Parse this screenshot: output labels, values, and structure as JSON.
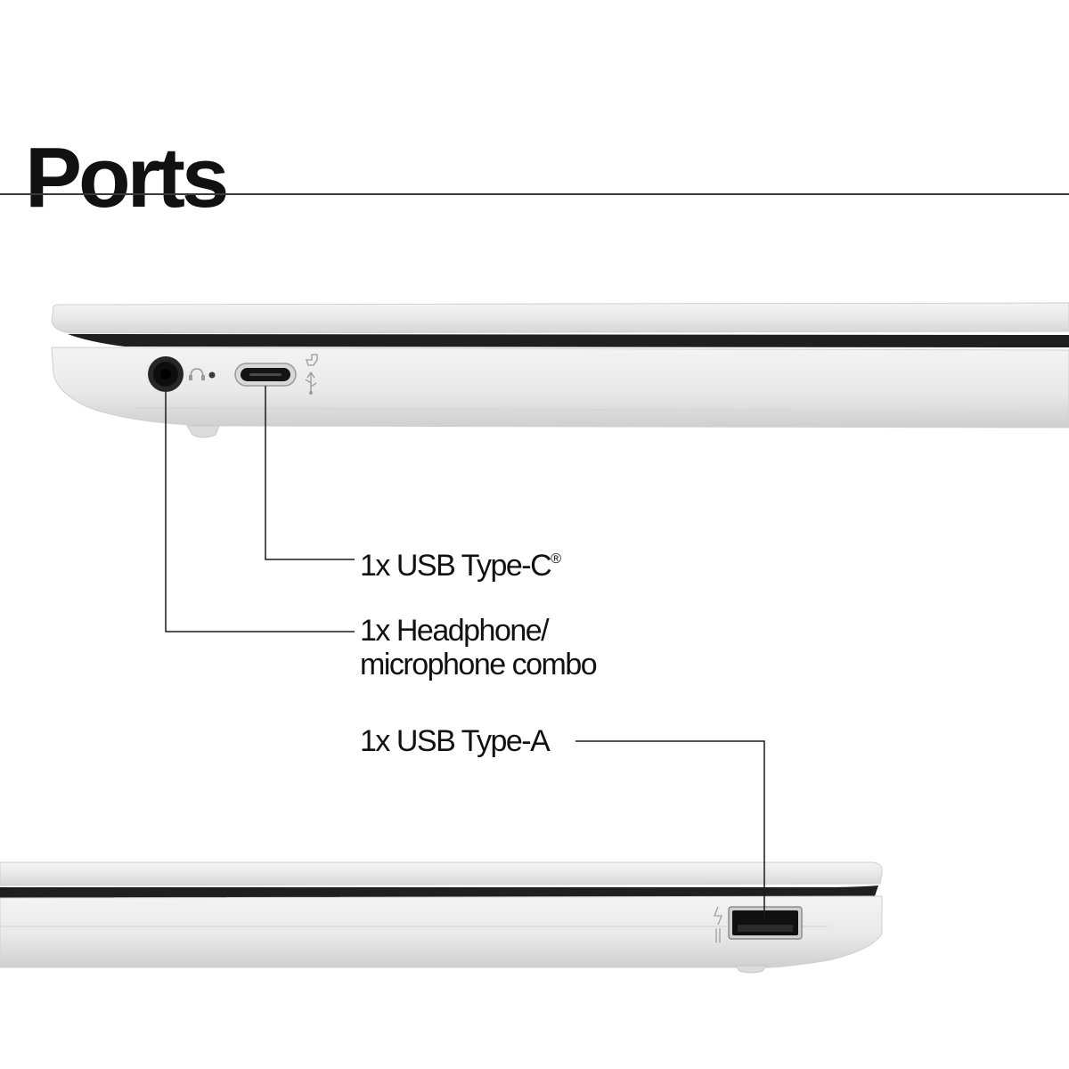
{
  "title": "Ports",
  "ports": {
    "usb_c": {
      "label": "1x USB Type-C",
      "mark": "®"
    },
    "headphone": {
      "line1": "1x Headphone/",
      "line2": "microphone combo"
    },
    "usb_a": {
      "label": "1x USB Type-A"
    }
  },
  "icons": [
    "headphone-jack-icon",
    "usb-c-port-icon",
    "usb-a-port-icon",
    "power-delivery-icon",
    "usb-symbol-icon",
    "superspeed-icon"
  ],
  "colors": {
    "background": "#ffffff",
    "text": "#111111",
    "chassis": "#e6e6e6",
    "leader_line": "#1a1a1a"
  }
}
